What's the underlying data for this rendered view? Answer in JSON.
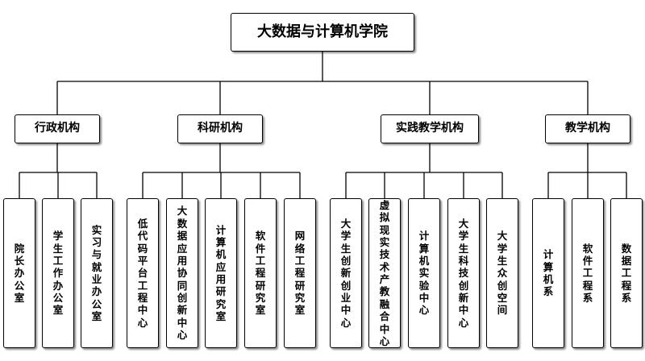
{
  "root": "大数据与计算机学院",
  "departments": [
    {
      "name": "行政机构",
      "units": [
        "院长办公室",
        "学生工作办公室",
        "实习与就业办公室"
      ]
    },
    {
      "name": "科研机构",
      "units": [
        "低代码平台工程中心",
        "大数据应用协同创新中心",
        "计算机应用研究室",
        "软件工程研究室",
        "网络工程研究室"
      ]
    },
    {
      "name": "实践教学机构",
      "units": [
        "大学生创新创业中心",
        "虚拟现实技术产教融合中心",
        "计算机实验中心",
        "大学生科技创新中心",
        "大学生众创空间"
      ]
    },
    {
      "name": "教学机构",
      "units": [
        "计算机系",
        "软件工程系",
        "数据工程系"
      ]
    }
  ]
}
